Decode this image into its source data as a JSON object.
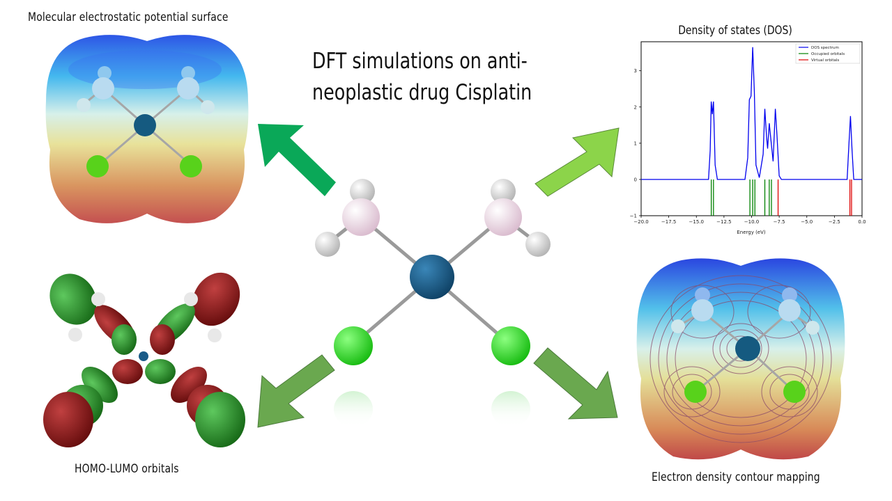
{
  "title": {
    "line1": "DFT simulations on anti-",
    "line2": "neoplastic drug Cisplatin"
  },
  "panels": {
    "mep": {
      "label": "Molecular electrostatic potential surface"
    },
    "homo_lumo": {
      "label": "HOMO-LUMO orbitals"
    },
    "contour": {
      "label": "Electron density contour mapping"
    },
    "dos": {
      "label": "Density of states (DOS)"
    }
  },
  "colors": {
    "platinum": "#1a5b87",
    "chlorine": "#22dd18",
    "nitrogen": "#f0dbe8",
    "hydrogen": "#f2f2f2",
    "arrow_dark": "#0aa858",
    "arrow_light": "#8cd44a",
    "arrow_olive": "#6aa84f",
    "orbital_green": "#1a7a1a",
    "orbital_red": "#7a0a0a"
  },
  "chart_data": {
    "type": "line",
    "title": "Density of states (DOS)",
    "xlabel": "Energy (eV)",
    "ylabel": "",
    "xlim": [
      -20.0,
      0.0
    ],
    "ylim": [
      -1,
      3.8
    ],
    "xticks": [
      -20.0,
      -17.5,
      -15.0,
      -12.5,
      -10.0,
      -7.5,
      -5.0,
      -2.5,
      0.0
    ],
    "yticks": [
      -1,
      0,
      1,
      2,
      3
    ],
    "xtick_labels": [
      "−20.0",
      "−17.5",
      "−15.0",
      "−12.5",
      "−10.0",
      "−7.5",
      "−5.0",
      "−2.5",
      "0.0"
    ],
    "ytick_labels": [
      "−1",
      "0",
      "1",
      "2",
      "3"
    ],
    "legend": [
      "DOS spectrum",
      "Occupied orbitals",
      "Virtual orbitals"
    ],
    "legend_position": "top-right",
    "series": [
      {
        "name": "DOS spectrum",
        "color": "#0000ee",
        "points": [
          [
            -20.0,
            0
          ],
          [
            -13.9,
            0
          ],
          [
            -13.75,
            0.8
          ],
          [
            -13.65,
            2.15
          ],
          [
            -13.55,
            1.8
          ],
          [
            -13.45,
            2.15
          ],
          [
            -13.3,
            0.4
          ],
          [
            -13.1,
            0
          ],
          [
            -10.6,
            0
          ],
          [
            -10.35,
            0.6
          ],
          [
            -10.2,
            2.2
          ],
          [
            -10.05,
            2.3
          ],
          [
            -9.9,
            3.65
          ],
          [
            -9.75,
            2.4
          ],
          [
            -9.6,
            0.4
          ],
          [
            -9.3,
            0.05
          ],
          [
            -8.95,
            0.7
          ],
          [
            -8.8,
            1.95
          ],
          [
            -8.65,
            1.2
          ],
          [
            -8.55,
            0.85
          ],
          [
            -8.4,
            1.55
          ],
          [
            -8.25,
            1.1
          ],
          [
            -8.05,
            0.5
          ],
          [
            -7.85,
            1.95
          ],
          [
            -7.7,
            1.2
          ],
          [
            -7.5,
            0.1
          ],
          [
            -7.3,
            0
          ],
          [
            -1.35,
            0
          ],
          [
            -1.2,
            0.9
          ],
          [
            -1.05,
            1.75
          ],
          [
            -0.9,
            0.8
          ],
          [
            -0.75,
            0
          ],
          [
            0.0,
            0
          ]
        ]
      }
    ],
    "occupied_orbitals": {
      "name": "Occupied orbitals",
      "color": "#008000",
      "values": [
        -13.65,
        -13.45,
        -10.15,
        -9.9,
        -9.7,
        -8.8,
        -8.4,
        -8.2
      ]
    },
    "virtual_orbitals": {
      "name": "Virtual orbitals",
      "color": "#dd0000",
      "values": [
        -7.6,
        -1.1,
        -0.95
      ]
    }
  }
}
